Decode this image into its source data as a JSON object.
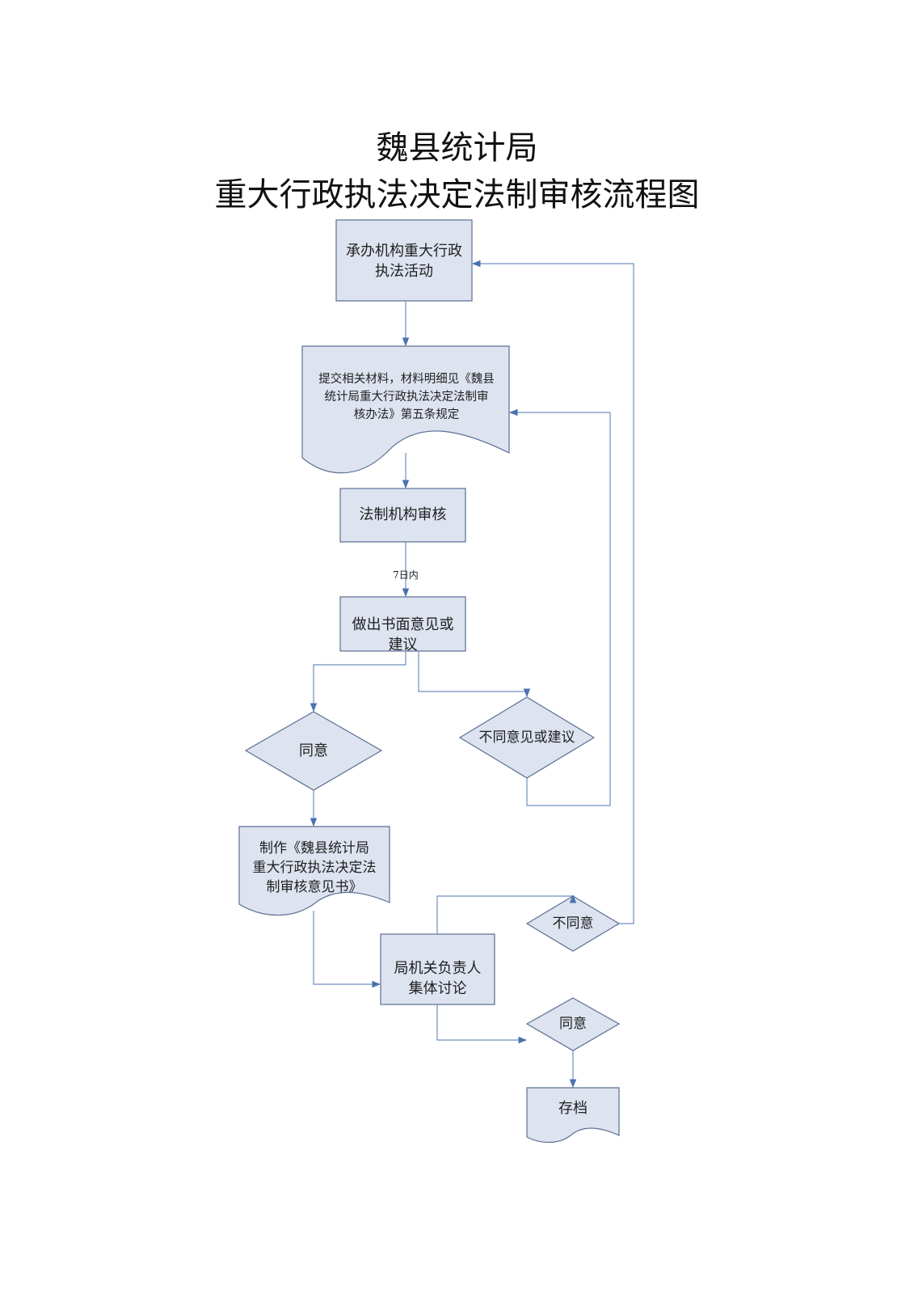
{
  "title": {
    "line1": "魏县统计局",
    "line2": "重大行政执法决定法制审核流程图"
  },
  "nodes": {
    "start": {
      "lines": [
        "承办机构重大行政",
        "执法活动"
      ]
    },
    "submit": {
      "lines": [
        "提交相关材料，材料明细见《魏县",
        "统计局重大行政执法决定法制审",
        "核办法》第五条规定"
      ]
    },
    "review": {
      "lines": [
        "法制机构审核"
      ]
    },
    "opinion": {
      "lines": [
        "做出书面意见或",
        "建议"
      ]
    },
    "agree1": {
      "lines": [
        "同意"
      ]
    },
    "disagree1": {
      "lines": [
        "不同意见或建议"
      ]
    },
    "make_doc": {
      "lines": [
        "制作《魏县统计局",
        "重大行政执法决定法",
        "制审核意见书》"
      ]
    },
    "discuss": {
      "lines": [
        "局机关负责人",
        "集体讨论"
      ]
    },
    "disagree2": {
      "lines": [
        "不同意"
      ]
    },
    "agree2": {
      "lines": [
        "同意"
      ]
    },
    "archive": {
      "lines": [
        "存档"
      ]
    }
  },
  "edge_labels": {
    "seven_days": "7日内"
  },
  "colors": {
    "fill": "#dde3ef",
    "stroke": "#5b6f93",
    "connector": "#6f8fbf",
    "arrow": "#4a72b0"
  }
}
